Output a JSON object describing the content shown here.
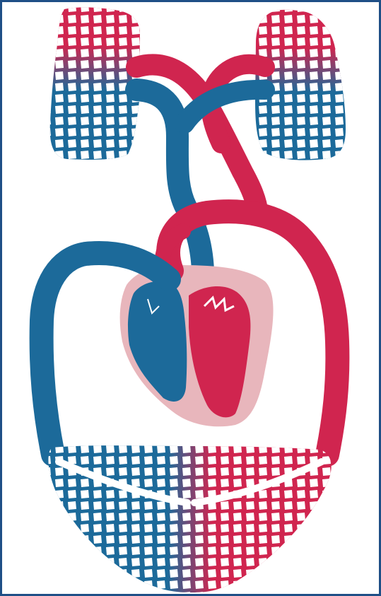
{
  "colors": {
    "frame": "#1f4f86",
    "deoxygenated": "#1c6a9a",
    "oxygenated": "#d0254f",
    "heart_wall": "#e8b6bc",
    "background": "#ffffff"
  },
  "parts": [
    {
      "name": "right-lung",
      "icon": "lung-icon",
      "oxygenation": "mixed"
    },
    {
      "name": "left-lung",
      "icon": "lung-icon",
      "oxygenation": "mixed"
    },
    {
      "name": "pulmonary-artery",
      "oxygenation": "deoxygenated"
    },
    {
      "name": "pulmonary-vein",
      "oxygenation": "oxygenated"
    },
    {
      "name": "heart",
      "icon": "heart-icon",
      "oxygenation": "mixed"
    },
    {
      "name": "aorta",
      "oxygenation": "oxygenated"
    },
    {
      "name": "vena-cava",
      "oxygenation": "deoxygenated"
    },
    {
      "name": "systemic-capillary-bed",
      "oxygenation": "mixed"
    }
  ]
}
